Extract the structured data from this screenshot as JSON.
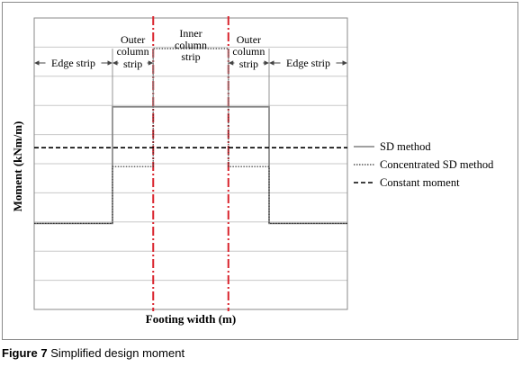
{
  "chart_data": {
    "type": "line",
    "title": "",
    "xlabel": "Footing width (m)",
    "ylabel": "Moment (kNm/m)",
    "x_ticks_shown": false,
    "y_ticks_shown": false,
    "grid": true,
    "legend_position": "right",
    "strips": [
      "Edge strip",
      "Outer column strip",
      "Inner column strip",
      "Outer column strip",
      "Edge strip"
    ],
    "strip_boundaries": [
      0,
      0.25,
      0.38,
      0.62,
      0.75,
      1.0
    ],
    "column_centerlines": [
      0.38,
      0.62
    ],
    "series": [
      {
        "name": "SD method",
        "style": "solid-gray",
        "x": [
          0,
          0.25,
          0.25,
          0.75,
          0.75,
          1.0
        ],
        "y": [
          0.295,
          0.295,
          0.695,
          0.695,
          0.295,
          0.295
        ]
      },
      {
        "name": "Concentrated SD method",
        "style": "dotted",
        "x": [
          0,
          0.25,
          0.25,
          0.38,
          0.38,
          0.62,
          0.62,
          0.75,
          0.75,
          1.0
        ],
        "y": [
          0.295,
          0.295,
          0.49,
          0.49,
          0.895,
          0.895,
          0.49,
          0.49,
          0.295,
          0.295
        ]
      },
      {
        "name": "Constant moment",
        "style": "dashed",
        "x": [
          0,
          1.0
        ],
        "y": [
          0.555,
          0.555
        ]
      }
    ]
  },
  "labels": {
    "edge_left": "Edge strip",
    "outer_left_1": "Outer",
    "outer_left_2": "column",
    "outer_left_3": "strip",
    "inner_1": "Inner",
    "inner_2": "column",
    "inner_3": "strip",
    "outer_right_1": "Outer",
    "outer_right_2": "column",
    "outer_right_3": "strip",
    "edge_right": "Edge strip"
  },
  "caption": {
    "figure_number": "Figure 7",
    "text": "Simplified design moment"
  },
  "colors": {
    "sd_method": "#808080",
    "concentrated": "#333333",
    "constant": "#000000",
    "centerline": "#d9232d",
    "grid": "#c8c8c8"
  }
}
